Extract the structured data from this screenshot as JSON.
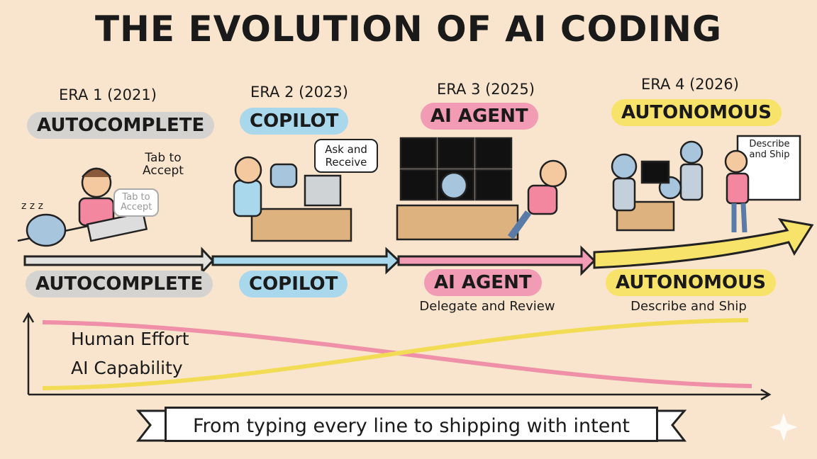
{
  "title": "THE EVOLUTION OF AI CODING",
  "eras": [
    {
      "era": "ERA 1 (2021)",
      "name": "AUTOCOMPLETE",
      "color": "#d5d3d0",
      "bottom_label": "AUTOCOMPLETE",
      "bottom_sub": "",
      "notes": [
        "Tab to Accept",
        "Tab to Accept"
      ]
    },
    {
      "era": "ERA 2 (2023)",
      "name": "COPILOT",
      "color": "#a9d8ec",
      "bottom_label": "COPILOT",
      "bottom_sub": "",
      "notes": [
        "Ask and Receive"
      ]
    },
    {
      "era": "ERA 3 (2025)",
      "name": "AI AGENT",
      "color": "#f29bb5",
      "bottom_label": "AI AGENT",
      "bottom_sub": "Delegate and Review",
      "notes": []
    },
    {
      "era": "ERA 4 (2026)",
      "name": "AUTONOMOUS",
      "color": "#f7e36a",
      "bottom_label": "AUTONOMOUS",
      "bottom_sub": "Describe and Ship",
      "notes": [
        "Describe and Ship"
      ]
    }
  ],
  "curves": {
    "human_effort": "Human Effort",
    "ai_capability": "AI Capability",
    "human_color": "#ef8fa8",
    "ai_color": "#f3dc55"
  },
  "banner": "From typing every line to shipping with intent"
}
